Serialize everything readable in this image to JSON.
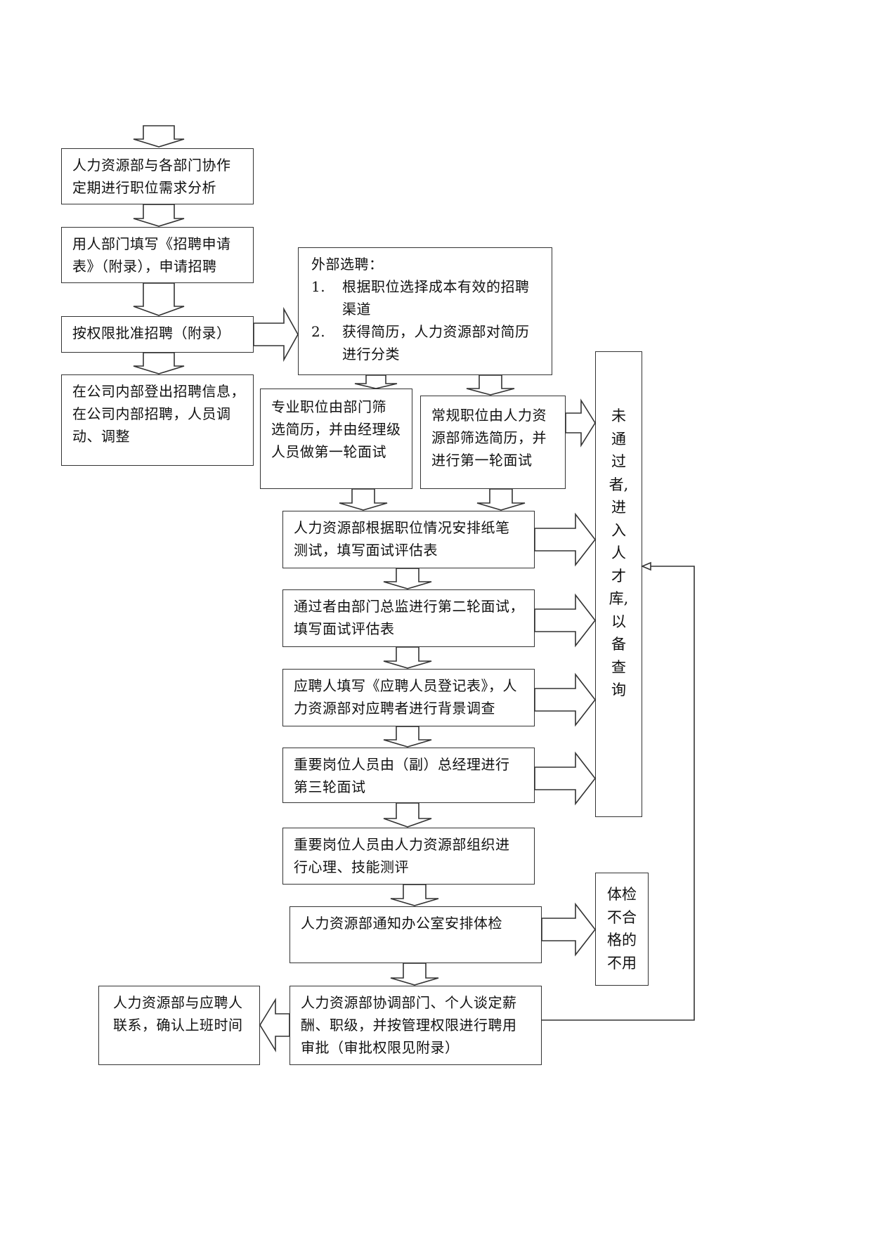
{
  "nodes": {
    "demand_analysis": [
      "人力资源部与各部门协作",
      "定期进行职位需求分析"
    ],
    "fill_application": [
      "用人部门填写《招聘申请",
      "表》（附录），申请招聘"
    ],
    "approve": [
      "按权限批准招聘（附录）"
    ],
    "internal": [
      "在公司内部登出招聘信息，",
      "在公司内部招聘，人员调",
      "动、调整"
    ],
    "external": {
      "title": "外部选聘：",
      "items": [
        {
          "num": "1.",
          "lines": [
            "根据职位选择成本有效的招聘",
            "渠道"
          ]
        },
        {
          "num": "2.",
          "lines": [
            "获得简历，人力资源部对简历",
            "进行分类"
          ]
        }
      ]
    },
    "professional_screen": [
      "专业职位由部门筛",
      "选简历，并由经理级",
      "人员做第一轮面试"
    ],
    "regular_screen": [
      "常规职位由人力资",
      "源部筛选简历，并",
      "进行第一轮面试"
    ],
    "written_test": [
      "人力资源部根据职位情况安排纸笔",
      "测试，填写面试评估表"
    ],
    "second_interview": [
      "通过者由部门总监进行第二轮面试，",
      "填写面试评估表"
    ],
    "registration": [
      "应聘人填写《应聘人员登记表》，人",
      "力资源部对应聘者进行背景调查"
    ],
    "third_interview": [
      "重要岗位人员由（副）总经理进行",
      "第三轮面试"
    ],
    "psych_test": [
      "重要岗位人员由人力资源部组织进",
      "行心理、技能测评"
    ],
    "medical": [
      "人力资源部通知办公室安排体检"
    ],
    "salary": [
      "人力资源部协调部门、个人谈定薪",
      "酬、职级，并按管理权限进行聘用",
      "审批（审批权限见附录）"
    ],
    "contact": [
      "人力资源部与应聘人",
      "联系，确认上班时间"
    ],
    "talent_pool": [
      "未",
      "通",
      "过",
      "者,",
      "进",
      "入",
      "人",
      "才",
      "库,",
      "以",
      "备",
      "查",
      "询"
    ],
    "failed_medical": [
      "体检",
      "不合",
      "格的",
      "不用"
    ]
  },
  "colors": {
    "line": "#333333",
    "text": "#111111",
    "background": "#ffffff"
  }
}
